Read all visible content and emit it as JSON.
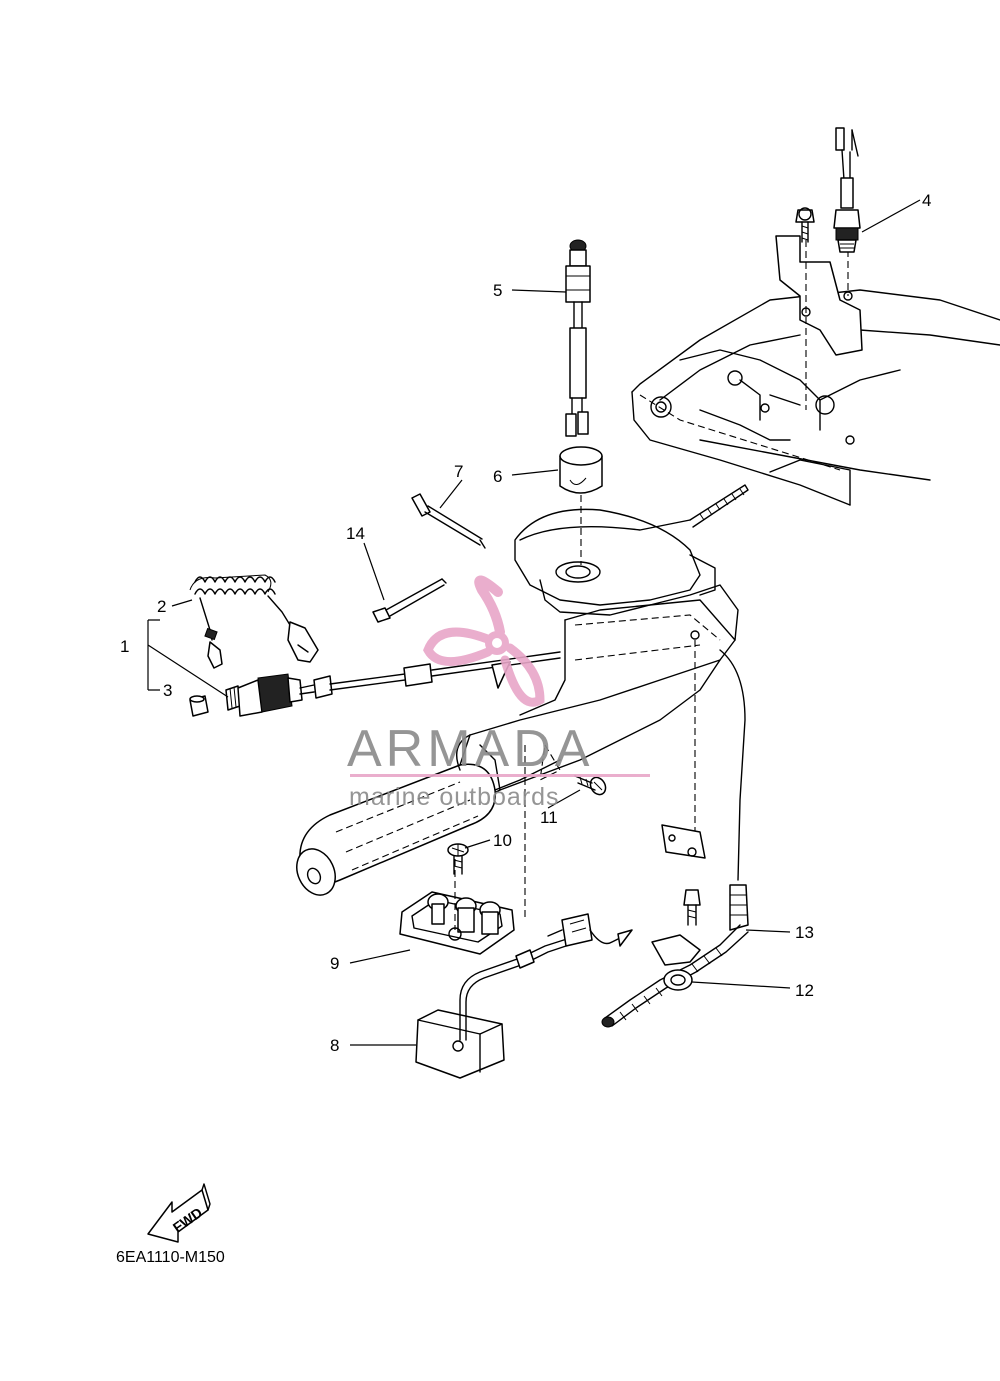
{
  "callouts": [
    "1",
    "2",
    "3",
    "4",
    "5",
    "6",
    "7",
    "8",
    "9",
    "10",
    "11",
    "12",
    "13",
    "14"
  ],
  "watermark": {
    "brand": "ARMADA",
    "tagline": "marine outboards",
    "accent_color": "#e8a6c8",
    "text_color": "#8a8a8a"
  },
  "direction_marker": {
    "label": "FWD",
    "icon": "fwd-arrow-icon"
  },
  "diagram_code": "6EA1110-M150"
}
